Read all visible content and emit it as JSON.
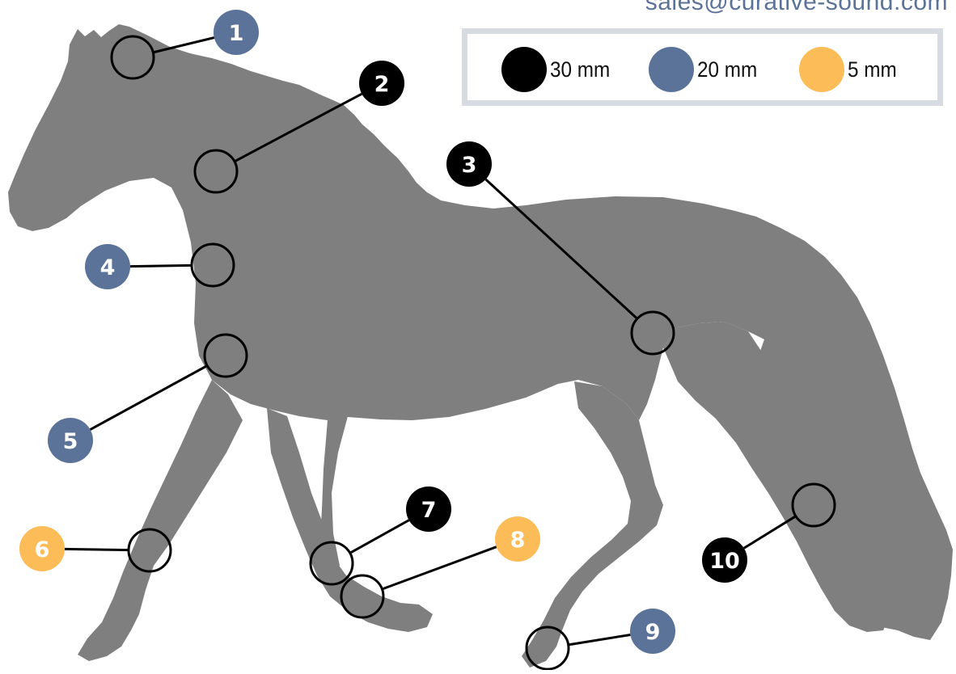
{
  "contact_email": "sales@curative-sound.com",
  "legend": [
    {
      "key": "large",
      "label": "30 mm",
      "color": "#000000"
    },
    {
      "key": "medium",
      "label": "20 mm",
      "color": "#5b7299"
    },
    {
      "key": "small",
      "label": "5 mm",
      "color": "#fcbc58"
    }
  ],
  "colors": {
    "silhouette": "#7f7f7f",
    "ring_stroke": "#000000",
    "badge_text": "#ffffff",
    "email_text": "#5b7299",
    "legend_border": "#d7dbe2"
  },
  "points": [
    {
      "number": "1",
      "size": "medium"
    },
    {
      "number": "2",
      "size": "large"
    },
    {
      "number": "3",
      "size": "large"
    },
    {
      "number": "4",
      "size": "medium"
    },
    {
      "number": "5",
      "size": "medium"
    },
    {
      "number": "6",
      "size": "small"
    },
    {
      "number": "7",
      "size": "large"
    },
    {
      "number": "8",
      "size": "small"
    },
    {
      "number": "9",
      "size": "medium"
    },
    {
      "number": "10",
      "size": "large"
    }
  ]
}
